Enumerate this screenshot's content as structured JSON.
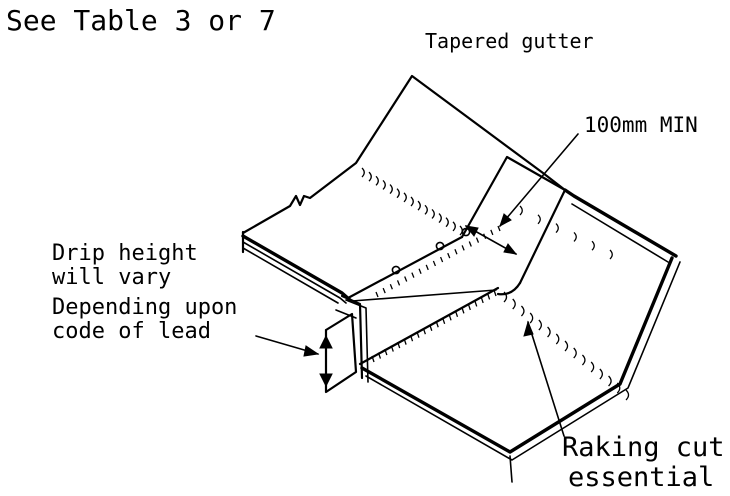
{
  "labels": {
    "reference": "See Table 3 or 7",
    "tapered_gutter": "Tapered gutter",
    "min_width": "100mm MIN",
    "drip_line1": "Drip height",
    "drip_line2": "will vary",
    "drip_line3": "Depending upon",
    "drip_line4": "code of lead",
    "raking_line1": "Raking cut",
    "raking_line2": "essential"
  },
  "colors": {
    "ink": "#000000",
    "background": "#ffffff"
  }
}
